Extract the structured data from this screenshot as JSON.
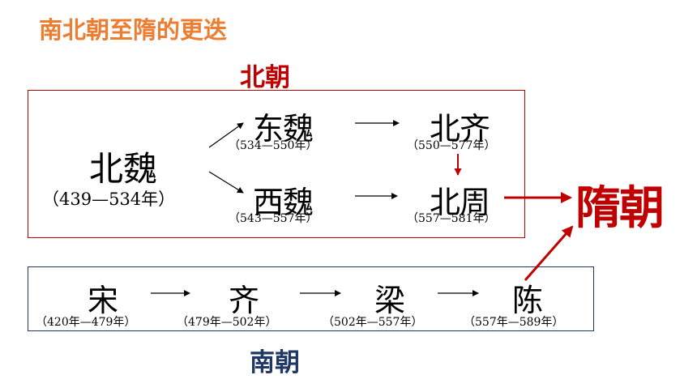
{
  "title": "南北朝至隋的更迭",
  "north": {
    "label": "北朝",
    "bei_wei": {
      "name": "北魏",
      "years": "（439—534年）"
    },
    "dong_wei": {
      "name": "东魏",
      "years": "（534—550年）"
    },
    "xi_wei": {
      "name": "西魏",
      "years": "（543—557年）"
    },
    "bei_qi": {
      "name": "北齐",
      "years": "（550—577年）"
    },
    "bei_zhou": {
      "name": "北周",
      "years": "（557—581年）"
    }
  },
  "south": {
    "label": "南朝",
    "song": {
      "name": "宋",
      "years": "（420年—479年）"
    },
    "qi": {
      "name": "齐",
      "years": "（479年—502年）"
    },
    "liang": {
      "name": "梁",
      "years": "（502年—557年）"
    },
    "chen": {
      "name": "陈",
      "years": "（557年—589年）"
    }
  },
  "result": "隋朝",
  "colors": {
    "title": "#ec7d31",
    "north": "#c00000",
    "south": "#1f3864",
    "result": "#c00000"
  }
}
